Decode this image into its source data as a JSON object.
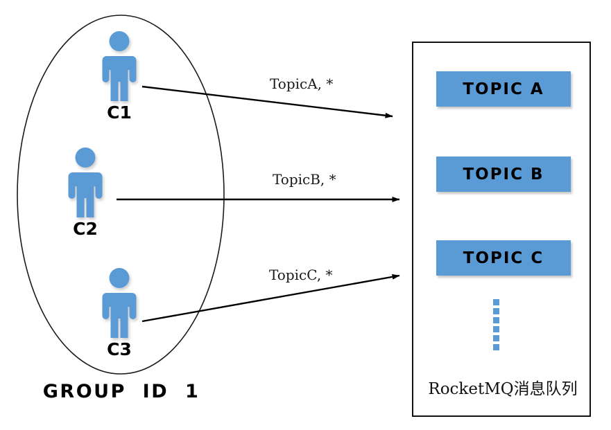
{
  "diagram": {
    "title": "RocketMQ consumer group to topic subscription diagram",
    "colors": {
      "accent_blue": "#5B9BD5",
      "outline_black": "#111111",
      "background": "#ffffff"
    }
  },
  "consumer_group": {
    "label": "GROUP  ID  1",
    "shape": "ellipse",
    "consumers": [
      {
        "id": "c1",
        "label": "C1",
        "icon": "person-icon"
      },
      {
        "id": "c2",
        "label": "C2",
        "icon": "person-icon"
      },
      {
        "id": "c3",
        "label": "C3",
        "icon": "person-icon"
      }
    ]
  },
  "subscriptions": [
    {
      "from": "C1",
      "to": "TOPIC A",
      "label": "TopicA, *"
    },
    {
      "from": "C2",
      "to": "TOPIC B",
      "label": "TopicB, *"
    },
    {
      "from": "C3",
      "to": "TOPIC C",
      "label": "TopicC, *"
    }
  ],
  "broker": {
    "caption": "RocketMQ消息队列",
    "topics": [
      {
        "label": "TOPIC A"
      },
      {
        "label": "TOPIC B"
      },
      {
        "label": "TOPIC C"
      }
    ],
    "more_indicator": {
      "glyph": "vertical-dots",
      "count": 6
    }
  }
}
